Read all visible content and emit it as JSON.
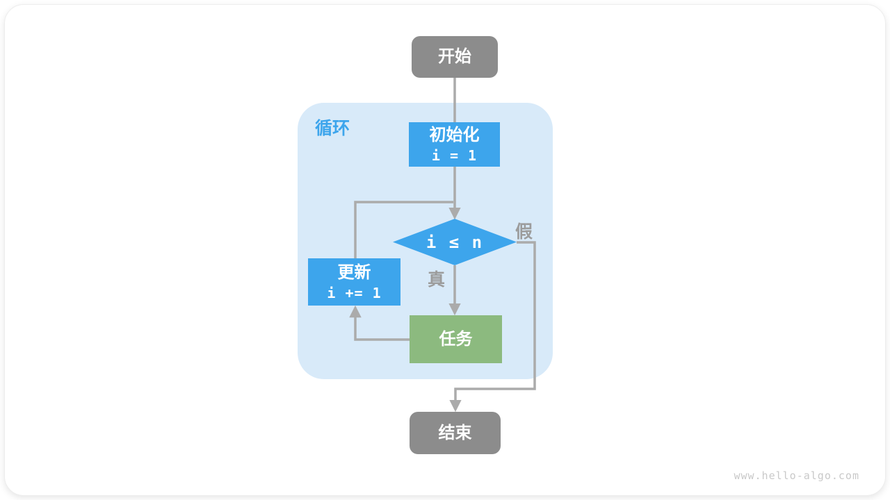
{
  "diagram": {
    "title_region_label": "循环",
    "nodes": {
      "start": {
        "label": "开始"
      },
      "init": {
        "title": "初始化",
        "code": "i = 1"
      },
      "cond": {
        "label": "i ≤ n"
      },
      "update": {
        "title": "更新",
        "code": "i += 1"
      },
      "task": {
        "label": "任务"
      },
      "end": {
        "label": "结束"
      }
    },
    "branch_labels": {
      "true_branch": "真",
      "false_branch": "假"
    }
  },
  "watermark": "www.hello-algo.com",
  "colors": {
    "blue": "#3DA5EC",
    "green": "#8CBA7F",
    "gray_node": "#8C8C8C",
    "loop_bg": "#D8EAF9",
    "line": "#ABABAB",
    "label": "#9C9C9C"
  }
}
